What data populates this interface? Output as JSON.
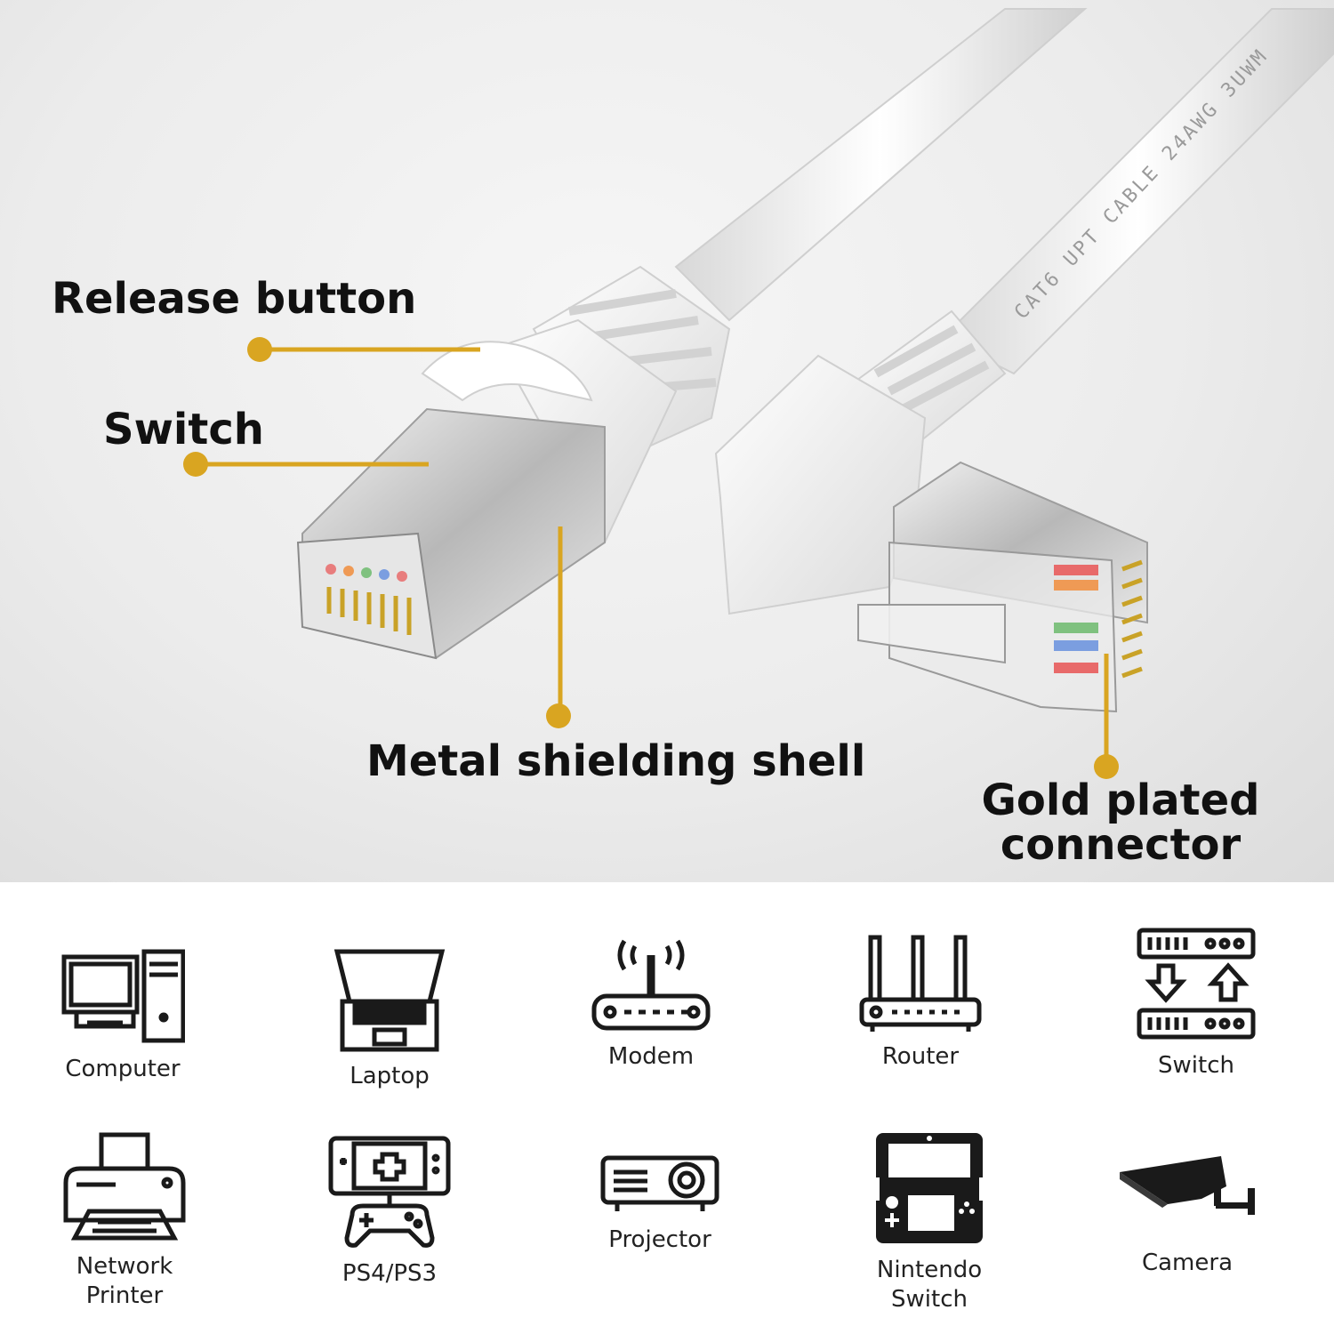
{
  "callouts": {
    "release_button": "Release button",
    "switch": "Switch",
    "metal_shell": "Metal shielding shell",
    "gold_connector": "Gold plated connector"
  },
  "cable_print": "CAT6 UPT CABLE 24AWG 3UWM",
  "devices": [
    {
      "label": "Computer",
      "icon": "computer-icon"
    },
    {
      "label": "Laptop",
      "icon": "laptop-icon"
    },
    {
      "label": "Modem",
      "icon": "modem-icon"
    },
    {
      "label": "Router",
      "icon": "router-icon"
    },
    {
      "label": "Switch",
      "icon": "network-switch-icon"
    },
    {
      "label": "Network\nPrinter",
      "icon": "printer-icon"
    },
    {
      "label": "PS4/PS3",
      "icon": "game-console-icon"
    },
    {
      "label": "Projector",
      "icon": "projector-icon"
    },
    {
      "label": "Nintendo\nSwitch",
      "icon": "nintendo-switch-icon"
    },
    {
      "label": "Camera",
      "icon": "security-camera-icon"
    }
  ],
  "colors": {
    "callout": "#d9a521",
    "icon": "#1a1a1a",
    "background": "#ececec"
  }
}
